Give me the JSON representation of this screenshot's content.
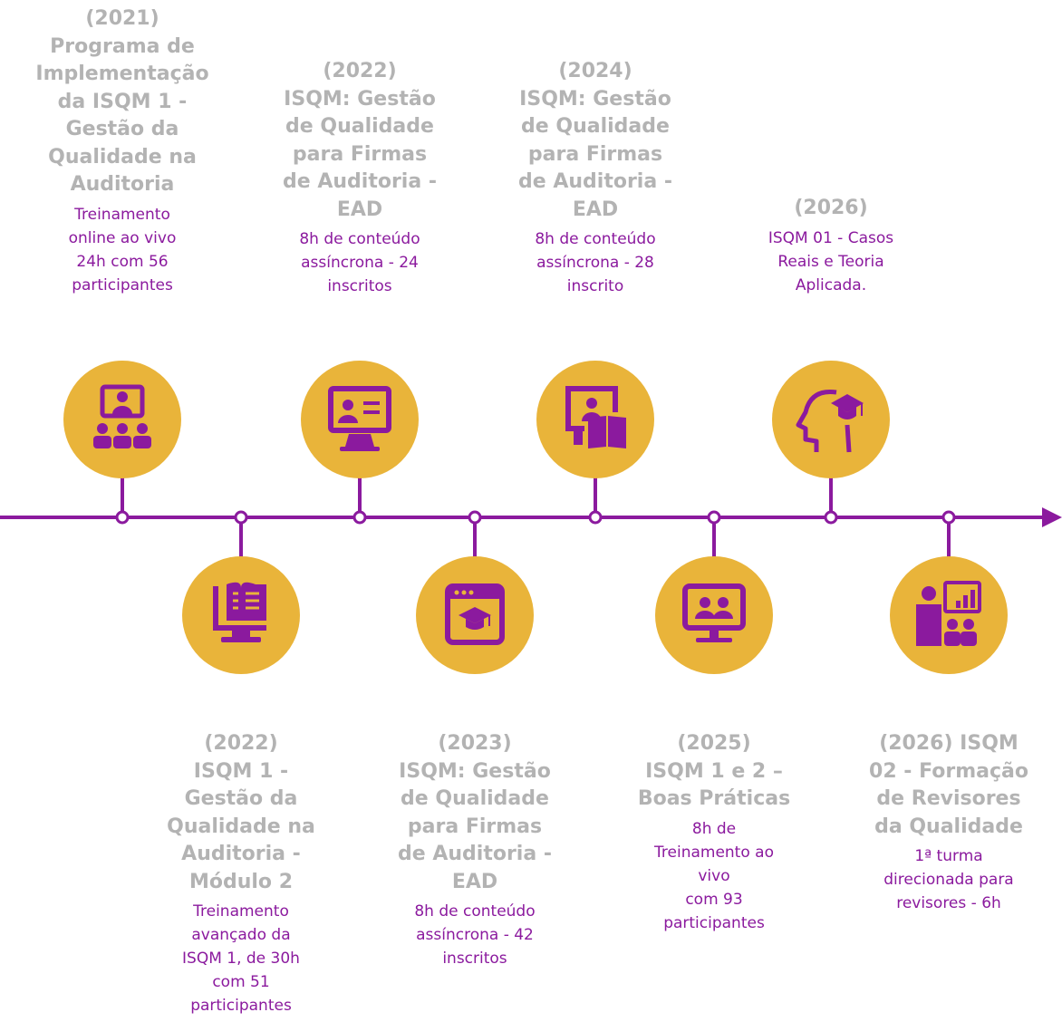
{
  "colors": {
    "accent_purple": "#8b1a9e",
    "circle_gold": "#e9b43a",
    "title_gray": "#b3b3b3"
  },
  "milestones": [
    {
      "title": "(2021)\nPrograma de\nImplementação\nda ISQM 1 -\nGestão da\nQualidade na\nAuditoria",
      "description": "Treinamento\nonline ao vivo\n24h com 56\nparticipantes",
      "icon": "video-conference-icon"
    },
    {
      "title": "(2022)\nISQM 1 -\nGestão da\nQualidade na\nAuditoria -\nMódulo 2",
      "description": "Treinamento\navançado da\nISQM 1, de 30h\ncom 51\nparticipantes",
      "icon": "monitor-book-icon"
    },
    {
      "title": "(2022)\nISQM: Gestão\nde Qualidade\npara Firmas\nde Auditoria -\nEAD",
      "description": "8h de conteúdo\nassíncrona - 24\ninscritos",
      "icon": "monitor-person-icon"
    },
    {
      "title": "(2023)\nISQM: Gestão\nde Qualidade\npara Firmas\nde Auditoria -\nEAD",
      "description": "8h de conteúdo\nassíncrona - 42\ninscritos",
      "icon": "browser-graduation-cap-icon"
    },
    {
      "title": "(2024)\nISQM: Gestão\nde Qualidade\npara Firmas\nde Auditoria -\nEAD",
      "description": "8h de conteúdo\nassíncrona - 28\ninscrito",
      "icon": "screen-book-person-icon"
    },
    {
      "title": "(2025)\nISQM 1 e 2 –\nBoas Práticas",
      "description": "8h de\nTreinamento ao\nvivo\ncom 93\nparticipantes",
      "icon": "screen-group-icon"
    },
    {
      "title": "(2026)",
      "description": "ISQM 01 - Casos\nReais e Teoria\nAplicada.",
      "icon": "head-graduation-cap-icon"
    },
    {
      "title": "(2026) ISQM\n02 - Formação\nde Revisores\nda Qualidade",
      "description": "1ª turma\ndirecionada para\nrevisores - 6h",
      "icon": "presenter-chart-icon"
    }
  ]
}
